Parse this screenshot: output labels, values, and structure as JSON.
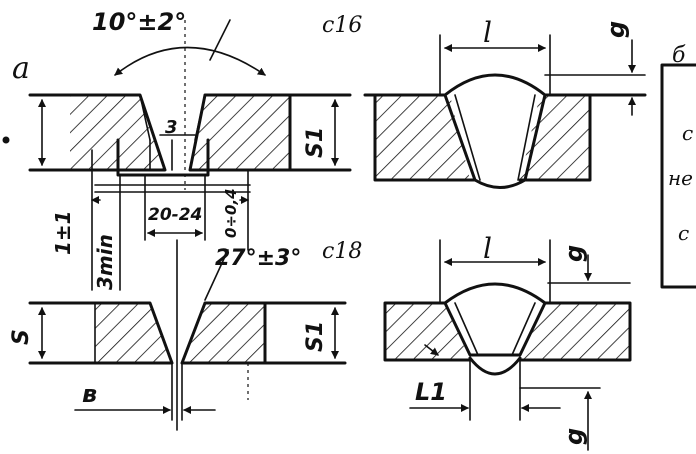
{
  "labels": {
    "part_letter_a": "a",
    "part_letter_b": "б",
    "angle_c16": "10°±2°",
    "code_c16": "с16",
    "gap_3": "3",
    "range_20_24": "20-24",
    "tol_0_04": "0÷0,4",
    "s1_top": "S1",
    "one_pm_one": "1±1",
    "three_min": "3min",
    "l_top": "l",
    "g_top": "g",
    "angle_c18": "27°±3°",
    "code_c18": "с18",
    "s_bottom": "S",
    "s1_bottom": "S1",
    "b_gap": "в",
    "l_mid": "l",
    "g_mid": "g",
    "l1_bottom": "L1",
    "g_bottom": "g",
    "box_text_1": "с",
    "box_text_2": "не",
    "box_text_3": "с"
  }
}
